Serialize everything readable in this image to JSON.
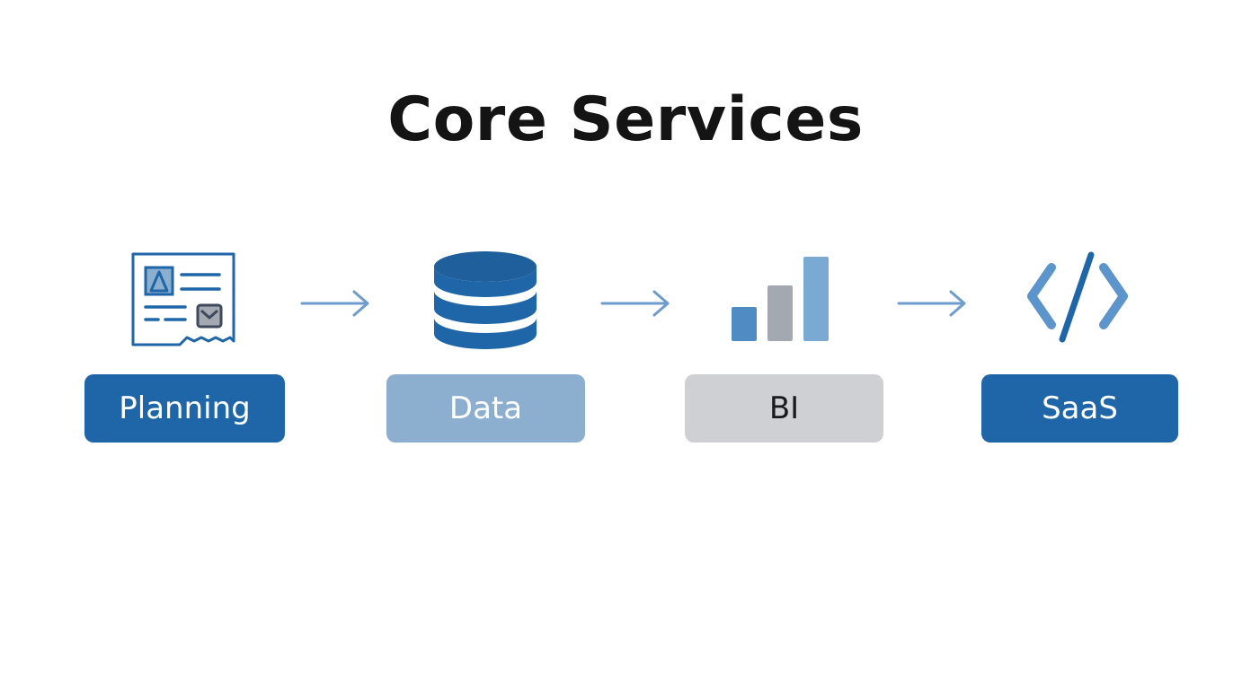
{
  "title": "Core Services",
  "stages": [
    {
      "label": "Planning",
      "icon": "planning-document-icon",
      "pill_color": "#1f66a8",
      "text_color": "#ffffff"
    },
    {
      "label": "Data",
      "icon": "database-icon",
      "pill_color": "#8dafcf",
      "text_color": "#ffffff"
    },
    {
      "label": "BI",
      "icon": "bar-chart-icon",
      "pill_color": "#cfd0d4",
      "text_color": "#1a1a1a"
    },
    {
      "label": "SaaS",
      "icon": "code-brackets-icon",
      "pill_color": "#1f66a8",
      "text_color": "#ffffff"
    }
  ],
  "colors": {
    "primary_blue": "#1f66a8",
    "light_blue": "#79a9d2",
    "gray": "#a4a8b0",
    "arrow": "#6e9ccc"
  }
}
